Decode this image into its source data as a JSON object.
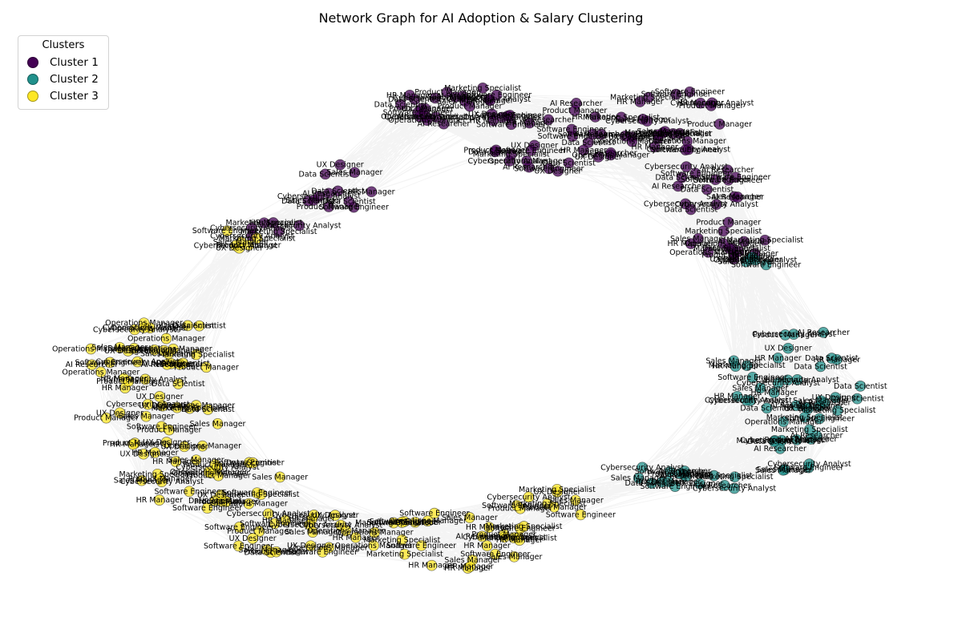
{
  "chart_data": {
    "type": "network",
    "title": "Network Graph for AI Adoption & Salary Clustering",
    "legend": {
      "title": "Clusters",
      "placement": "top-left",
      "entries": [
        {
          "name": "Cluster 1",
          "color": "#440154"
        },
        {
          "name": "Cluster 2",
          "color": "#21918c"
        },
        {
          "name": "Cluster 3",
          "color": "#fde725"
        }
      ]
    },
    "edge_color": "#808080",
    "job_titles": [
      "Cybersecurity Analyst",
      "Data Scientist",
      "HR Manager",
      "AI Researcher",
      "Software Engineer",
      "Marketing Specialist",
      "Sales Manager",
      "Operations Manager",
      "UX Designer",
      "Product Manager"
    ],
    "clusters": [
      {
        "name": "Cluster 1",
        "color": "#440154",
        "nodes": [
          "Cybersecurity Analyst",
          "Data Scientist",
          "HR Manager",
          "AI Researcher",
          "Software Engineer",
          "Marketing Specialist",
          "Sales Manager",
          "Operations Manager",
          "UX Designer",
          "Product Manager",
          "Data Scientist",
          "Cybersecurity Analyst",
          "HR Manager",
          "Software Engineer",
          "Marketing Specialist",
          "Operations Manager",
          "AI Researcher",
          "UX Designer",
          "Product Manager",
          "Sales Manager"
        ]
      },
      {
        "name": "Cluster 2",
        "color": "#21918c",
        "nodes": [
          "Software Engineer",
          "Product Manager",
          "HR Manager",
          "Sales Manager",
          "Cybersecurity Analyst",
          "AI Researcher",
          "Data Scientist",
          "Marketing Specialist",
          "UX Designer",
          "Operations Manager",
          "Sales Manager",
          "HR Manager",
          "Data Scientist",
          "Cybersecurity Analyst"
        ]
      },
      {
        "name": "Cluster 3",
        "color": "#fde725",
        "nodes": [
          "Cybersecurity Analyst",
          "UX Designer",
          "Product Manager",
          "Marketing Specialist",
          "Sales Manager",
          "Software Engineer",
          "AI Researcher",
          "Operations Manager",
          "Data Scientist",
          "HR Manager",
          "Product Manager",
          "Cybersecurity Analyst",
          "Software Engineer",
          "Sales Manager",
          "UX Designer",
          "Marketing Specialist",
          "Data Scientist",
          "HR Manager",
          "Operations Manager",
          "AI Researcher"
        ]
      }
    ]
  }
}
